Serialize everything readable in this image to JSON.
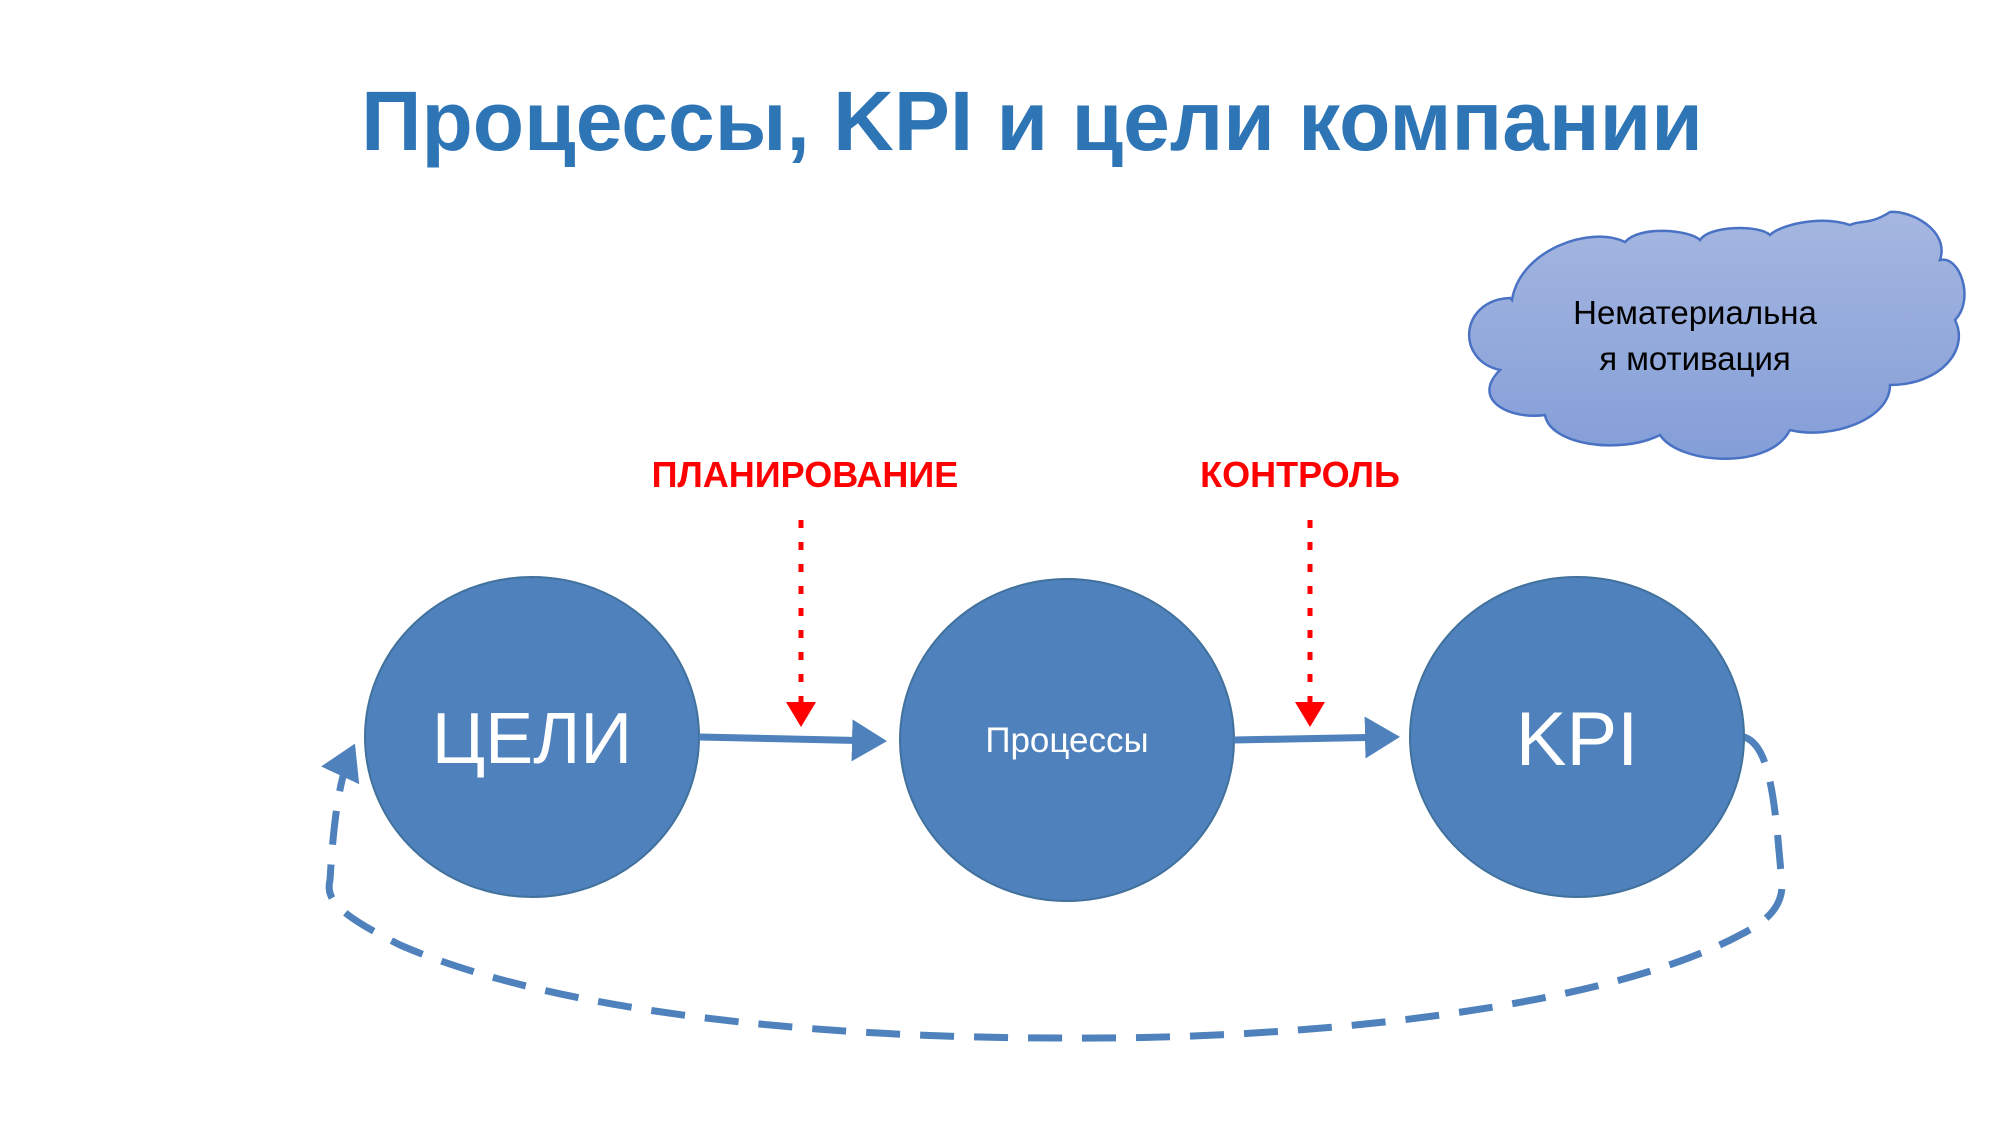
{
  "title": "Процессы, KPI и цели компании",
  "labels": {
    "planning": "ПЛАНИРОВАНИЕ",
    "control": "КОНТРОЛЬ"
  },
  "nodes": [
    {
      "label": "ЦЕЛИ"
    },
    {
      "label": "Процессы"
    },
    {
      "label": "KPI"
    }
  ],
  "cloud": {
    "line1": "Нематериальна",
    "line2": "я мотивация"
  },
  "colors": {
    "title": "#2e75b6",
    "node_fill": "#4f81bd",
    "accent_red": "#ff0000",
    "cloud_fill": "#8fa6dc"
  }
}
